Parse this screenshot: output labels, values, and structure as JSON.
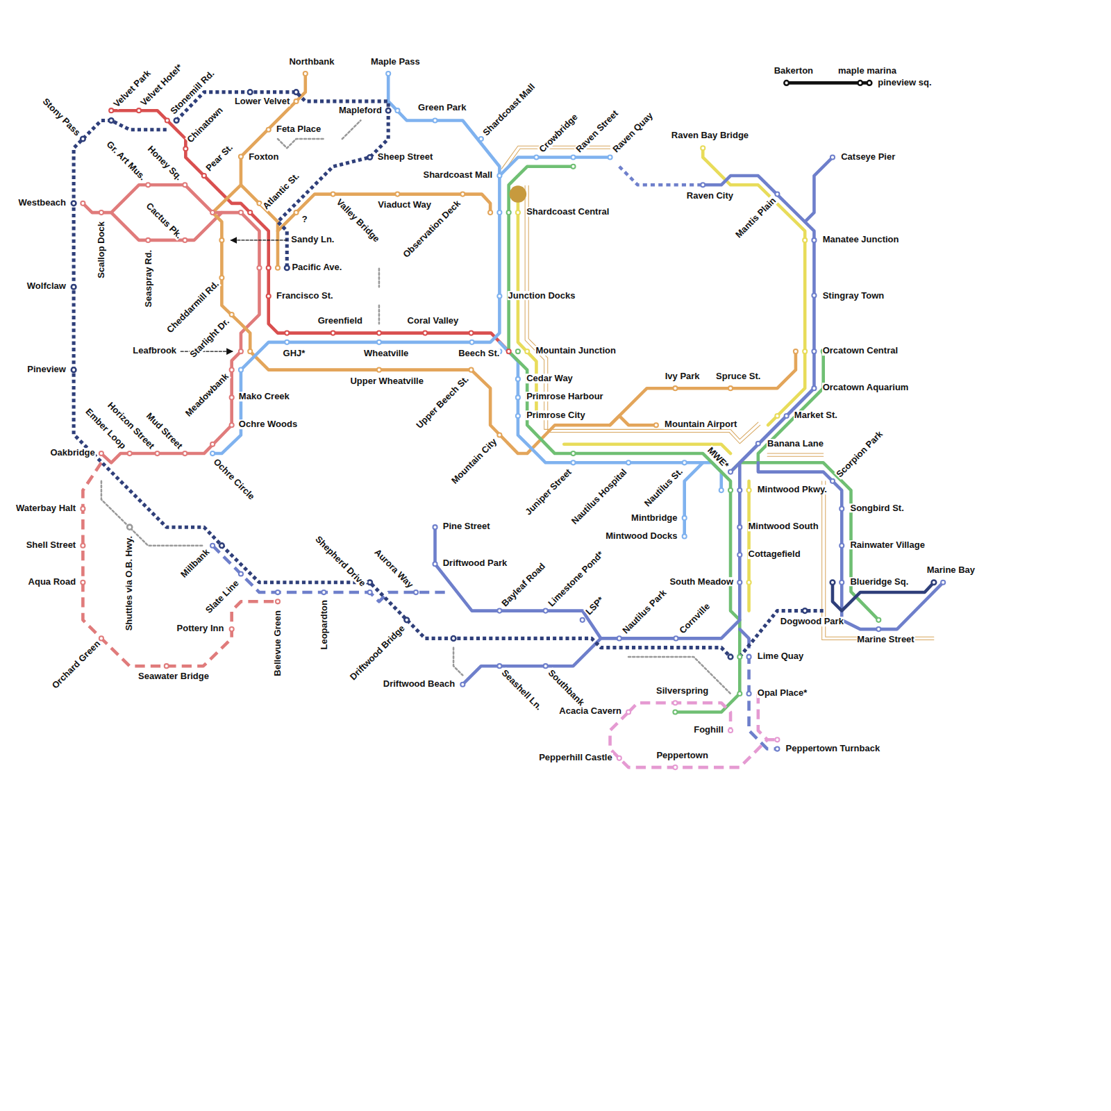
{
  "diagram": {
    "labels": [
      "Stony Pass",
      "Velvet Park",
      "Velvet Hotel*",
      "Stonemill Rd.",
      "Chinatown",
      "Pear St.",
      "Northbank",
      "Maple Pass",
      "Lower Velvet",
      "Mapleford",
      "Feta Place",
      "Green Park",
      "Shardcoast Mall",
      "Crowbridge",
      "Raven Street",
      "Raven Quay",
      "Raven Bay Bridge",
      "Bakerton",
      "maple marina",
      "pineview sq.",
      "Catseye Pier",
      "Gr. Art Mus.",
      "Honey Sq.",
      "Sheep Street",
      "Foxton",
      "Shardcoast Mall",
      "Raven City",
      "Westbeach",
      "Atlantic St.",
      "Valley Bridge",
      "Viaduct Way",
      "Observation Deck",
      "Shardcoast Central",
      "Mantis Plain",
      "Cactus Pk.",
      "Scallop Dock",
      "?",
      "Sandy Ln.",
      "Manatee Junction",
      "Seaspray Rd.",
      "Pacific Ave.",
      "Wolfclaw",
      "Francisco St.",
      "Junction Docks",
      "Stingray Town",
      "Cheddarmill Rd.",
      "Greenfield",
      "Coral Valley",
      "Starlight Dr.",
      "Leafbrook",
      "GHJ*",
      "Wheatville",
      "Beech St.",
      "Mountain Junction",
      "Orcatown Central",
      "Pineview",
      "Meadowbank",
      "Upper Wheatville",
      "Upper Beech St.",
      "Cedar Way",
      "Ivy Park",
      "Spruce St.",
      "Orcatown Aquarium",
      "Mako Creek",
      "Primrose Harbour",
      "Ember Loop",
      "Horizon Street",
      "Mud Street",
      "Primrose City",
      "Market St.",
      "Ochre Woods",
      "Mountain Airport",
      "Oakbridge",
      "Mountain City",
      "Banana Lane",
      "Scorpion Park",
      "MWE*",
      "Ochre Circle",
      "Juniper Street",
      "Nautilus Hospital",
      "Nautilus St.",
      "Mintwood Pkwy.",
      "Mintbridge",
      "Songbird St.",
      "Waterbay Halt",
      "Pine Street",
      "Mintwood South",
      "Mintwood Docks",
      "Shell Street",
      "Rainwater Village",
      "Millbank",
      "Shepherd Drive",
      "Aurora Way",
      "Cottagefield",
      "Driftwood Park",
      "Shuttles via O.B. Hwy.",
      "Marine Bay",
      "Bayleaf Road",
      "Limestone Pond*",
      "Aqua Road",
      "South Meadow",
      "Blueridge Sq.",
      "Slate Line",
      "LSP*",
      "Bellevue Green",
      "Leopardton",
      "Pottery Inn",
      "Nautilus Park",
      "Cornville",
      "Dogwood Park",
      "Driftwood Bridge",
      "Orchard Green",
      "Marine Street",
      "Lime Quay",
      "Seawater Bridge",
      "Driftwood Beach",
      "Seashell Ln.",
      "Southbank",
      "Silverspring",
      "Opal Place*",
      "Acacia Cavern",
      "Foghill",
      "Peppertown",
      "Peppertown Turnback",
      "Pepperhill Castle"
    ]
  }
}
